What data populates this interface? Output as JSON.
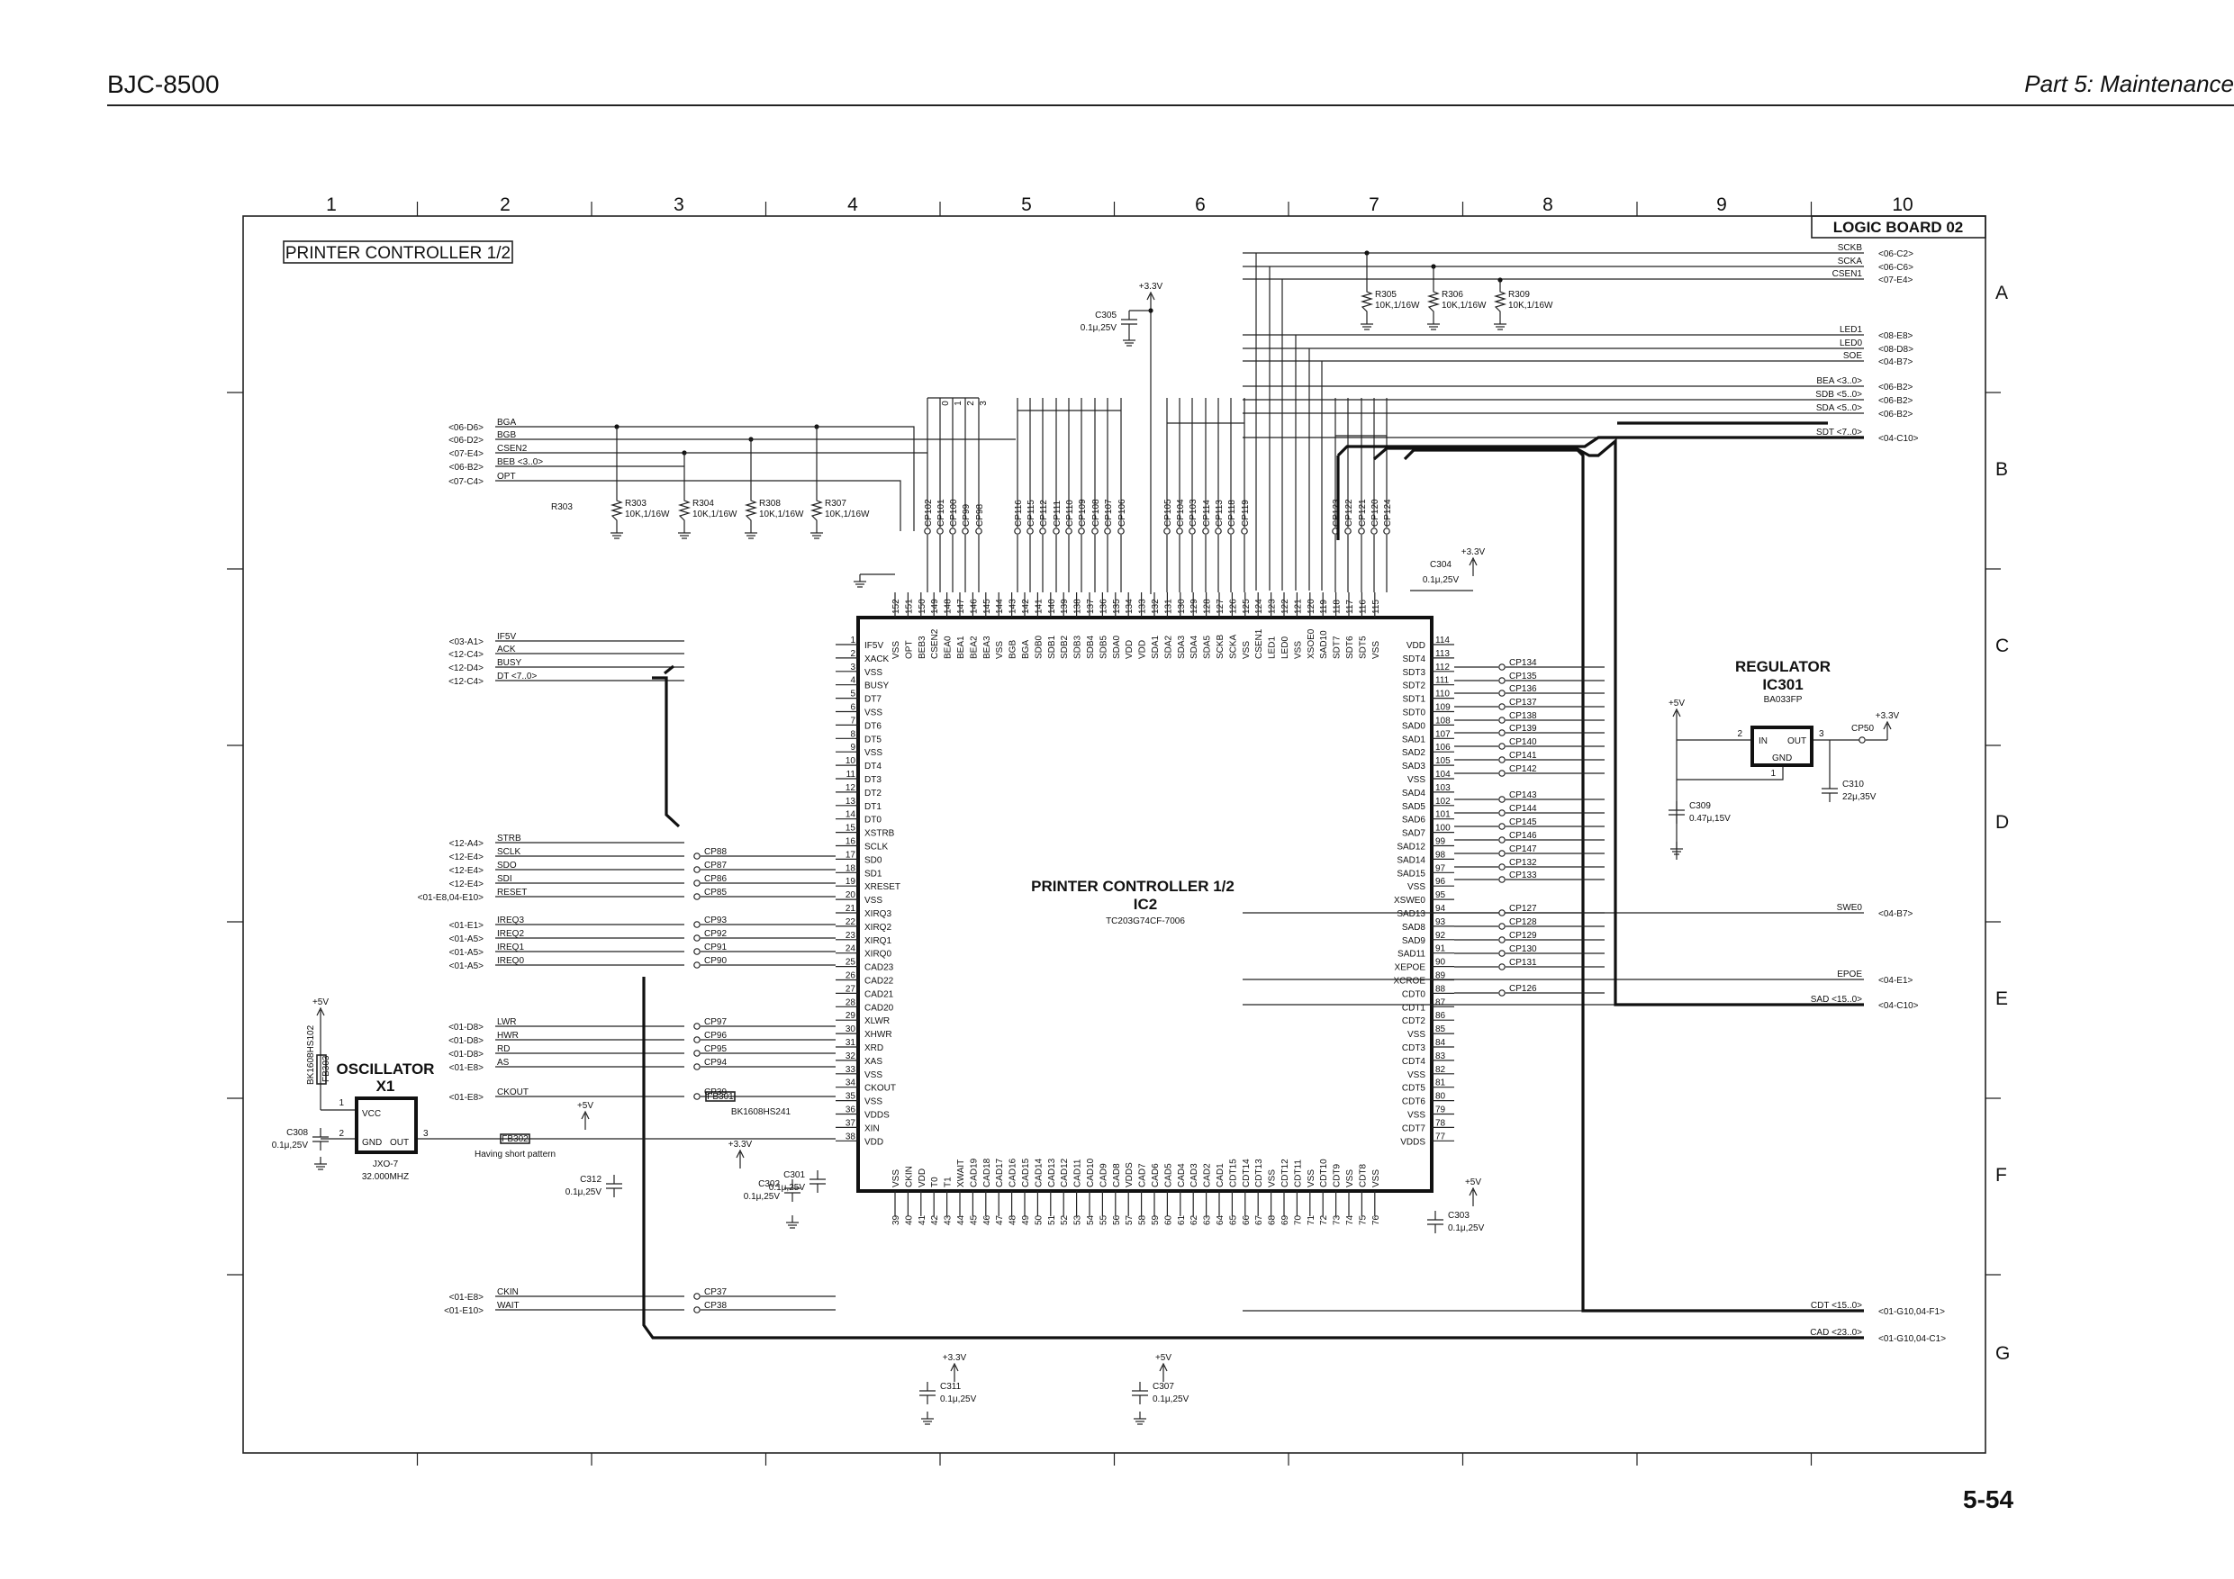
{
  "header": {
    "model": "BJC-8500",
    "section": "Part 5:  Maintenance",
    "page_number": "5-54"
  },
  "diagram": {
    "sheet_title": "PRINTER CONTROLLER 1/2",
    "board_title": "LOGIC BOARD 02",
    "columns": [
      "1",
      "2",
      "3",
      "4",
      "5",
      "6",
      "7",
      "8",
      "9",
      "10"
    ],
    "rows": [
      "A",
      "B",
      "C",
      "D",
      "E",
      "F",
      "G"
    ],
    "ic": {
      "name": "PRINTER CONTROLLER 1/2",
      "ref": "IC2",
      "part": "TC203G74CF-7006",
      "left_pins": [
        {
          "num": "1",
          "name": "IF5V"
        },
        {
          "num": "2",
          "name": "XACK"
        },
        {
          "num": "3",
          "name": "VSS"
        },
        {
          "num": "4",
          "name": "BUSY"
        },
        {
          "num": "5",
          "name": "DT7"
        },
        {
          "num": "6",
          "name": "VSS"
        },
        {
          "num": "7",
          "name": "DT6"
        },
        {
          "num": "8",
          "name": "DT5"
        },
        {
          "num": "9",
          "name": "VSS"
        },
        {
          "num": "10",
          "name": "DT4"
        },
        {
          "num": "11",
          "name": "DT3"
        },
        {
          "num": "12",
          "name": "DT2"
        },
        {
          "num": "13",
          "name": "DT1"
        },
        {
          "num": "14",
          "name": "DT0"
        },
        {
          "num": "15",
          "name": "XSTRB"
        },
        {
          "num": "16",
          "name": "SCLK"
        },
        {
          "num": "17",
          "name": "SD0"
        },
        {
          "num": "18",
          "name": "SD1"
        },
        {
          "num": "19",
          "name": "XRESET"
        },
        {
          "num": "20",
          "name": "VSS"
        },
        {
          "num": "21",
          "name": "XIRQ3"
        },
        {
          "num": "22",
          "name": "XIRQ2"
        },
        {
          "num": "23",
          "name": "XIRQ1"
        },
        {
          "num": "24",
          "name": "XIRQ0"
        },
        {
          "num": "25",
          "name": "CAD23"
        },
        {
          "num": "26",
          "name": "CAD22"
        },
        {
          "num": "27",
          "name": "CAD21"
        },
        {
          "num": "28",
          "name": "CAD20"
        },
        {
          "num": "29",
          "name": "XLWR"
        },
        {
          "num": "30",
          "name": "XHWR"
        },
        {
          "num": "31",
          "name": "XRD"
        },
        {
          "num": "32",
          "name": "XAS"
        },
        {
          "num": "33",
          "name": "VSS"
        },
        {
          "num": "34",
          "name": "CKOUT"
        },
        {
          "num": "35",
          "name": "VSS"
        },
        {
          "num": "36",
          "name": "VDDS"
        },
        {
          "num": "37",
          "name": "XIN"
        },
        {
          "num": "38",
          "name": "VDD"
        }
      ],
      "right_pins": [
        {
          "num": "114",
          "name": "VDD"
        },
        {
          "num": "113",
          "name": "SDT4"
        },
        {
          "num": "112",
          "name": "SDT3"
        },
        {
          "num": "111",
          "name": "SDT2"
        },
        {
          "num": "110",
          "name": "SDT1"
        },
        {
          "num": "109",
          "name": "SDT0"
        },
        {
          "num": "108",
          "name": "SAD0"
        },
        {
          "num": "107",
          "name": "SAD1"
        },
        {
          "num": "106",
          "name": "SAD2"
        },
        {
          "num": "105",
          "name": "SAD3"
        },
        {
          "num": "104",
          "name": "VSS"
        },
        {
          "num": "103",
          "name": "SAD4"
        },
        {
          "num": "102",
          "name": "SAD5"
        },
        {
          "num": "101",
          "name": "SAD6"
        },
        {
          "num": "100",
          "name": "SAD7"
        },
        {
          "num": "99",
          "name": "SAD12"
        },
        {
          "num": "98",
          "name": "SAD14"
        },
        {
          "num": "97",
          "name": "SAD15"
        },
        {
          "num": "96",
          "name": "VSS"
        },
        {
          "num": "95",
          "name": "XSWE0"
        },
        {
          "num": "94",
          "name": "SAD13"
        },
        {
          "num": "93",
          "name": "SAD8"
        },
        {
          "num": "92",
          "name": "SAD9"
        },
        {
          "num": "91",
          "name": "SAD11"
        },
        {
          "num": "90",
          "name": "XEPOE"
        },
        {
          "num": "89",
          "name": "XCROE"
        },
        {
          "num": "88",
          "name": "CDT0"
        },
        {
          "num": "87",
          "name": "CDT1"
        },
        {
          "num": "86",
          "name": "CDT2"
        },
        {
          "num": "85",
          "name": "VSS"
        },
        {
          "num": "84",
          "name": "CDT3"
        },
        {
          "num": "83",
          "name": "CDT4"
        },
        {
          "num": "82",
          "name": "VSS"
        },
        {
          "num": "81",
          "name": "CDT5"
        },
        {
          "num": "80",
          "name": "CDT6"
        },
        {
          "num": "79",
          "name": "VSS"
        },
        {
          "num": "78",
          "name": "CDT7"
        },
        {
          "num": "77",
          "name": "VDDS"
        }
      ],
      "top_pins": [
        {
          "num": "152",
          "name": "VSS"
        },
        {
          "num": "151",
          "name": "OPT"
        },
        {
          "num": "150",
          "name": "BEB3"
        },
        {
          "num": "149",
          "name": "CSEN2"
        },
        {
          "num": "148",
          "name": "BEA0"
        },
        {
          "num": "147",
          "name": "BEA1"
        },
        {
          "num": "146",
          "name": "BEA2"
        },
        {
          "num": "145",
          "name": "BEA3"
        },
        {
          "num": "144",
          "name": "VSS"
        },
        {
          "num": "143",
          "name": "BGB"
        },
        {
          "num": "142",
          "name": "BGA"
        },
        {
          "num": "141",
          "name": "SDB0"
        },
        {
          "num": "140",
          "name": "SDB1"
        },
        {
          "num": "139",
          "name": "SDB2"
        },
        {
          "num": "138",
          "name": "SDB3"
        },
        {
          "num": "137",
          "name": "SDB4"
        },
        {
          "num": "136",
          "name": "SDB5"
        },
        {
          "num": "135",
          "name": "SDA0"
        },
        {
          "num": "134",
          "name": "VDD"
        },
        {
          "num": "133",
          "name": "VDD"
        },
        {
          "num": "132",
          "name": "SDA1"
        },
        {
          "num": "131",
          "name": "SDA2"
        },
        {
          "num": "130",
          "name": "SDA3"
        },
        {
          "num": "129",
          "name": "SDA4"
        },
        {
          "num": "128",
          "name": "SDA5"
        },
        {
          "num": "127",
          "name": "SCKB"
        },
        {
          "num": "126",
          "name": "SCKA"
        },
        {
          "num": "125",
          "name": "VSS"
        },
        {
          "num": "124",
          "name": "CSEN1"
        },
        {
          "num": "123",
          "name": "LED1"
        },
        {
          "num": "122",
          "name": "LED0"
        },
        {
          "num": "121",
          "name": "VSS"
        },
        {
          "num": "120",
          "name": "XSOE0"
        },
        {
          "num": "119",
          "name": "SAD10"
        },
        {
          "num": "118",
          "name": "SDT7"
        },
        {
          "num": "117",
          "name": "SDT6"
        },
        {
          "num": "116",
          "name": "SDT5"
        },
        {
          "num": "115",
          "name": "VSS"
        }
      ],
      "bottom_pins": [
        {
          "num": "39",
          "name": "VSS"
        },
        {
          "num": "40",
          "name": "CKIN"
        },
        {
          "num": "41",
          "name": "VDD"
        },
        {
          "num": "42",
          "name": "T0"
        },
        {
          "num": "43",
          "name": "T1"
        },
        {
          "num": "44",
          "name": "XWAIT"
        },
        {
          "num": "45",
          "name": "CAD19"
        },
        {
          "num": "46",
          "name": "CAD18"
        },
        {
          "num": "47",
          "name": "CAD17"
        },
        {
          "num": "48",
          "name": "CAD16"
        },
        {
          "num": "49",
          "name": "CAD15"
        },
        {
          "num": "50",
          "name": "CAD14"
        },
        {
          "num": "51",
          "name": "CAD13"
        },
        {
          "num": "52",
          "name": "CAD12"
        },
        {
          "num": "53",
          "name": "CAD11"
        },
        {
          "num": "54",
          "name": "CAD10"
        },
        {
          "num": "55",
          "name": "CAD9"
        },
        {
          "num": "56",
          "name": "CAD8"
        },
        {
          "num": "57",
          "name": "VDDS"
        },
        {
          "num": "58",
          "name": "CAD7"
        },
        {
          "num": "59",
          "name": "CAD6"
        },
        {
          "num": "60",
          "name": "CAD5"
        },
        {
          "num": "61",
          "name": "CAD4"
        },
        {
          "num": "62",
          "name": "CAD3"
        },
        {
          "num": "63",
          "name": "CAD2"
        },
        {
          "num": "64",
          "name": "CAD1"
        },
        {
          "num": "65",
          "name": "CDT15"
        },
        {
          "num": "66",
          "name": "CDT14"
        },
        {
          "num": "67",
          "name": "CDT13"
        },
        {
          "num": "68",
          "name": "VSS"
        },
        {
          "num": "69",
          "name": "CDT12"
        },
        {
          "num": "70",
          "name": "CDT11"
        },
        {
          "num": "71",
          "name": "VSS"
        },
        {
          "num": "72",
          "name": "CDT10"
        },
        {
          "num": "73",
          "name": "CDT9"
        },
        {
          "num": "74",
          "name": "VSS"
        },
        {
          "num": "75",
          "name": "CDT8"
        },
        {
          "num": "76",
          "name": "VSS"
        }
      ]
    },
    "left_signals": [
      {
        "ref": "<06-D6>",
        "name": "BGA"
      },
      {
        "ref": "<06-D2>",
        "name": "BGB"
      },
      {
        "ref": "<07-E4>",
        "name": "CSEN2"
      },
      {
        "ref": "<06-B2>",
        "name": "BEB <3..0>"
      },
      {
        "ref": "<07-C4>",
        "name": "OPT"
      },
      {
        "ref": "<03-A1>",
        "name": "IF5V"
      },
      {
        "ref": "<12-C4>",
        "name": "ACK"
      },
      {
        "ref": "<12-D4>",
        "name": "BUSY"
      },
      {
        "ref": "<12-C4>",
        "name": "DT <7..0>"
      },
      {
        "ref": "<12-A4>",
        "name": "STRB"
      },
      {
        "ref": "<12-E4>",
        "name": "SCLK"
      },
      {
        "ref": "<12-E4>",
        "name": "SDO"
      },
      {
        "ref": "<12-E4>",
        "name": "SDI"
      },
      {
        "ref": "<01-E8,04-E10>",
        "name": "RESET"
      },
      {
        "ref": "<01-E1>",
        "name": "IREQ3"
      },
      {
        "ref": "<01-A5>",
        "name": "IREQ2"
      },
      {
        "ref": "<01-A5>",
        "name": "IREQ1"
      },
      {
        "ref": "<01-A5>",
        "name": "IREQ0"
      },
      {
        "ref": "<01-D8>",
        "name": "LWR"
      },
      {
        "ref": "<01-D8>",
        "name": "HWR"
      },
      {
        "ref": "<01-D8>",
        "name": "RD"
      },
      {
        "ref": "<01-E8>",
        "name": "AS"
      },
      {
        "ref": "<01-E8>",
        "name": "CKOUT"
      },
      {
        "ref": "<01-E8>",
        "name": "CKIN"
      },
      {
        "ref": "<01-E10>",
        "name": "WAIT"
      }
    ],
    "right_signals": [
      {
        "name": "SCKB",
        "ref": "<06-C2>"
      },
      {
        "name": "SCKA",
        "ref": "<06-C6>"
      },
      {
        "name": "CSEN1",
        "ref": "<07-E4>"
      },
      {
        "name": "LED1",
        "ref": "<08-E8>"
      },
      {
        "name": "LED0",
        "ref": "<08-D8>"
      },
      {
        "name": "SOE",
        "ref": "<04-B7>"
      },
      {
        "name": "BEA <3..0>",
        "ref": "<06-B2>"
      },
      {
        "name": "SDB <5..0>",
        "ref": "<06-B2>"
      },
      {
        "name": "SDA <5..0>",
        "ref": "<06-B2>"
      },
      {
        "name": "SDT <7..0>",
        "ref": "<04-C10>"
      },
      {
        "name": "SWE0",
        "ref": "<04-B7>"
      },
      {
        "name": "EPOE",
        "ref": "<04-E1>"
      },
      {
        "name": "SAD <15..0>",
        "ref": "<04-C10>"
      },
      {
        "name": "CDT <15..0>",
        "ref": "<01-G10,04-F1>"
      },
      {
        "name": "CAD <23..0>",
        "ref": "<01-G10,04-C1>"
      }
    ],
    "resistors_left": [
      {
        "ref": "R303",
        "val": "10K,1/16W"
      },
      {
        "ref": "R304",
        "val": "10K,1/16W"
      },
      {
        "ref": "R308",
        "val": "10K,1/16W"
      },
      {
        "ref": "R307",
        "val": "10K,1/16W"
      }
    ],
    "resistors_top": [
      {
        "ref": "R305",
        "val": "10K,1/16W"
      },
      {
        "ref": "R306",
        "val": "10K,1/16W"
      },
      {
        "ref": "R309",
        "val": "10K,1/16W"
      }
    ],
    "top_cps_a": [
      "CP102",
      "CP101",
      "CP100",
      "CP99",
      "CP98"
    ],
    "top_cps_b": [
      "CP116",
      "CP115",
      "CP112",
      "CP111",
      "CP110",
      "CP109",
      "CP108",
      "CP107",
      "CP106"
    ],
    "top_cps_c": [
      "CP105",
      "CP104",
      "CP103",
      "CP114",
      "CP113",
      "CP118",
      "CP119"
    ],
    "top_cps_d": [
      "CP123",
      "CP122",
      "CP121",
      "CP120",
      "CP124"
    ],
    "left_cps": [
      "CP88",
      "CP87",
      "CP86",
      "CP85",
      "CP93",
      "CP92",
      "CP91",
      "CP90",
      "CP97",
      "CP96",
      "CP95",
      "CP94",
      "CP39",
      "CP37",
      "CP38"
    ],
    "right_cps": [
      "CP134",
      "CP135",
      "CP136",
      "CP137",
      "CP138",
      "CP139",
      "CP140",
      "CP141",
      "CP142",
      "CP143",
      "CP144",
      "CP145",
      "CP146",
      "CP147",
      "CP132",
      "CP133",
      "CP127",
      "CP128",
      "CP129",
      "CP130",
      "CP131",
      "CP126"
    ],
    "capacitors": [
      {
        "ref": "C305",
        "val": "0.1μ,25V"
      },
      {
        "ref": "C304",
        "val": "0.1μ,25V"
      },
      {
        "ref": "C301",
        "val": "0.1μ,25V"
      },
      {
        "ref": "C302",
        "val": "0.1μ,25V"
      },
      {
        "ref": "C312",
        "val": "0.1μ,25V"
      },
      {
        "ref": "C303",
        "val": "0.1μ,25V"
      },
      {
        "ref": "C308",
        "val": "0.1μ,25V"
      },
      {
        "ref": "C311",
        "val": "0.1μ,25V"
      },
      {
        "ref": "C307",
        "val": "0.1μ,25V"
      },
      {
        "ref": "C309",
        "val": "0.47μ,15V"
      },
      {
        "ref": "C310",
        "val": "22μ,35V"
      }
    ],
    "oscillator": {
      "title": "OSCILLATOR",
      "ref": "X1",
      "part": "JXO-7",
      "freq": "32.000MHZ",
      "vcc": "VCC",
      "gnd": "GND",
      "out": "OUT"
    },
    "regulator": {
      "title": "REGULATOR",
      "ref": "IC301",
      "part": "BA033FP",
      "in": "IN",
      "out": "OUT",
      "gnd": "GND",
      "cp": "CP50"
    },
    "ferrites": [
      {
        "ref": "FB301",
        "part": "BK1608HS241"
      },
      {
        "ref": "FB302",
        "note": "Having short pattern"
      },
      {
        "ref": "FB303",
        "part": "BK1608HS102"
      }
    ],
    "rails": {
      "v33": "+3.3V",
      "v5": "+5V"
    }
  }
}
